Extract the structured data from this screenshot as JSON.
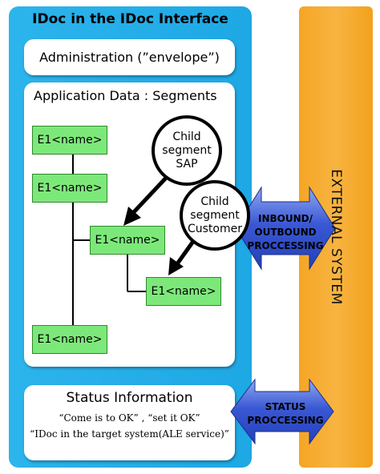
{
  "idoc": {
    "title": "IDoc in the IDoc Interface",
    "administration": "Administration (”envelope”)",
    "application_data": "Application Data : Segments"
  },
  "segments": [
    "E1<name>",
    "E1<name>",
    "E1<name>",
    "E1<name>",
    "E1<name>"
  ],
  "child_sap": [
    "Child",
    "segment",
    "SAP"
  ],
  "child_customer": [
    "Child",
    "segment",
    "Customer"
  ],
  "status": {
    "title": "Status Information",
    "line1": "“Come is to OK” , “set it OK”",
    "line2": "“IDoc in the target system(ALE service)”"
  },
  "arrows": {
    "inbound_outbound": [
      "INBOUND/",
      "OUTBOUND",
      "PROCCESSING"
    ],
    "status": [
      "STATUS",
      "PROCCESSING"
    ]
  },
  "external_system": "EXTERNAL SYSTEM",
  "colors": {
    "frame_blue": "#1ea8e4",
    "external_orange": "#f5a524",
    "segment_green": "#7de87a",
    "arrow_blue": "#3d5fd6"
  }
}
